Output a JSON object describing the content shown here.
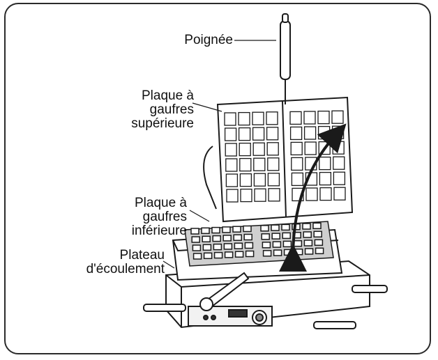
{
  "labels": {
    "handle": "Poignée",
    "upper_plate": "Plaque à\ngaufres\nsupérieure",
    "lower_plate": "Plaque à\ngaufres\ninférieure",
    "drip_tray": "Plateau\nd'écoulement"
  },
  "colors": {
    "line": "#1a1a1a",
    "fill": "#ffffff",
    "shade": "#d9d9d9",
    "dark": "#555555"
  }
}
